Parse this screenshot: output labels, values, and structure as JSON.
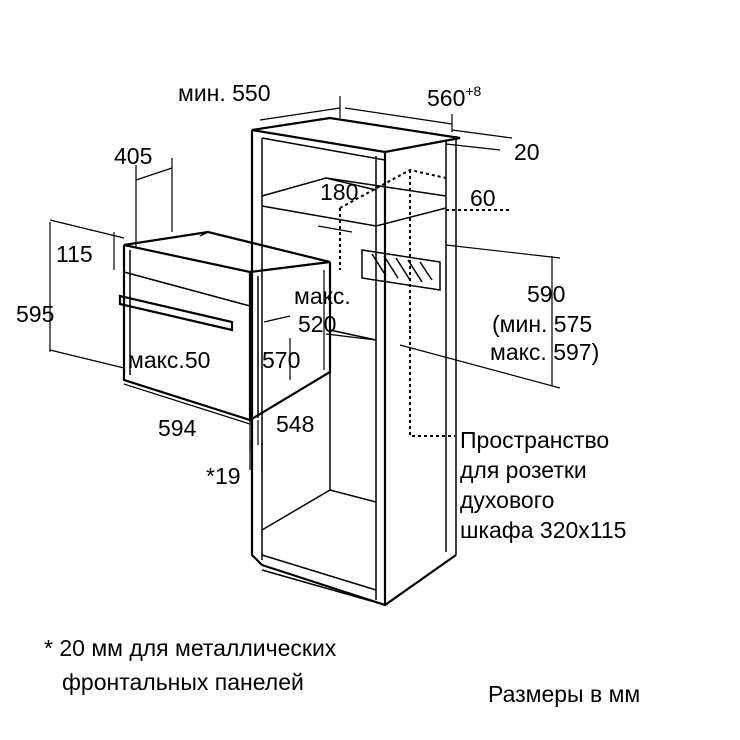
{
  "dimensions": {
    "min_550": "мин. 550",
    "d560": "560",
    "d560_sup": "+8",
    "d20": "20",
    "d405": "405",
    "d180": "180",
    "d60": "60",
    "d115": "115",
    "d595": "595",
    "maks": "макс.",
    "d520": "520",
    "d590": "590",
    "min575": "(мин. 575",
    "maks597": "макс. 597)",
    "maks50": "макс.50",
    "d570": "570",
    "d594": "594",
    "d548": "548",
    "star19": "*19"
  },
  "socket_note": {
    "lines": [
      "Пространство",
      "для розетки",
      "духового",
      "шкафа 320x115"
    ]
  },
  "footnote": {
    "lines": [
      "* 20 мм для металлических",
      "фронтальных панелей"
    ]
  },
  "units_note": "Размеры в мм"
}
